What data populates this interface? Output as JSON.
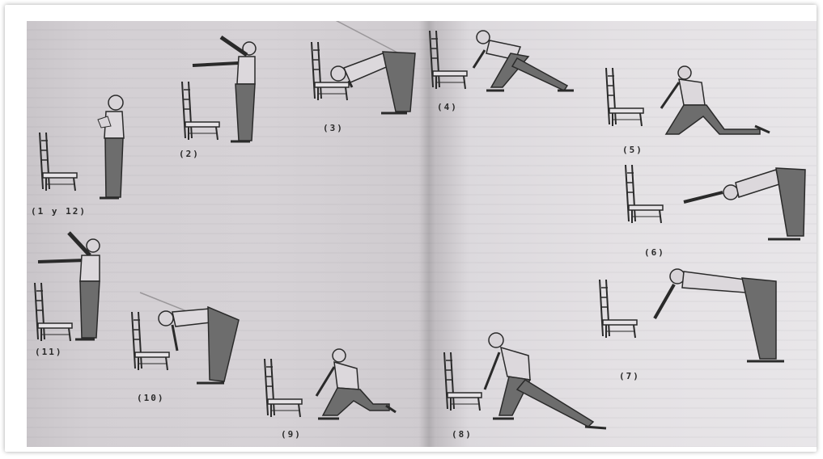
{
  "figure_labels": {
    "f1": "(1 y 12)",
    "f2": "(2)",
    "f3": "(3)",
    "f4": "(4)",
    "f5": "(5)",
    "f6": "(6)",
    "f7": "(7)",
    "f8": "(8)",
    "f9": "(9)",
    "f10": "(10)",
    "f11": "(11)"
  },
  "colors": {
    "ink": "#2a2a2a",
    "pants": "#6d6d6d",
    "skin": "#d8d4d8"
  }
}
